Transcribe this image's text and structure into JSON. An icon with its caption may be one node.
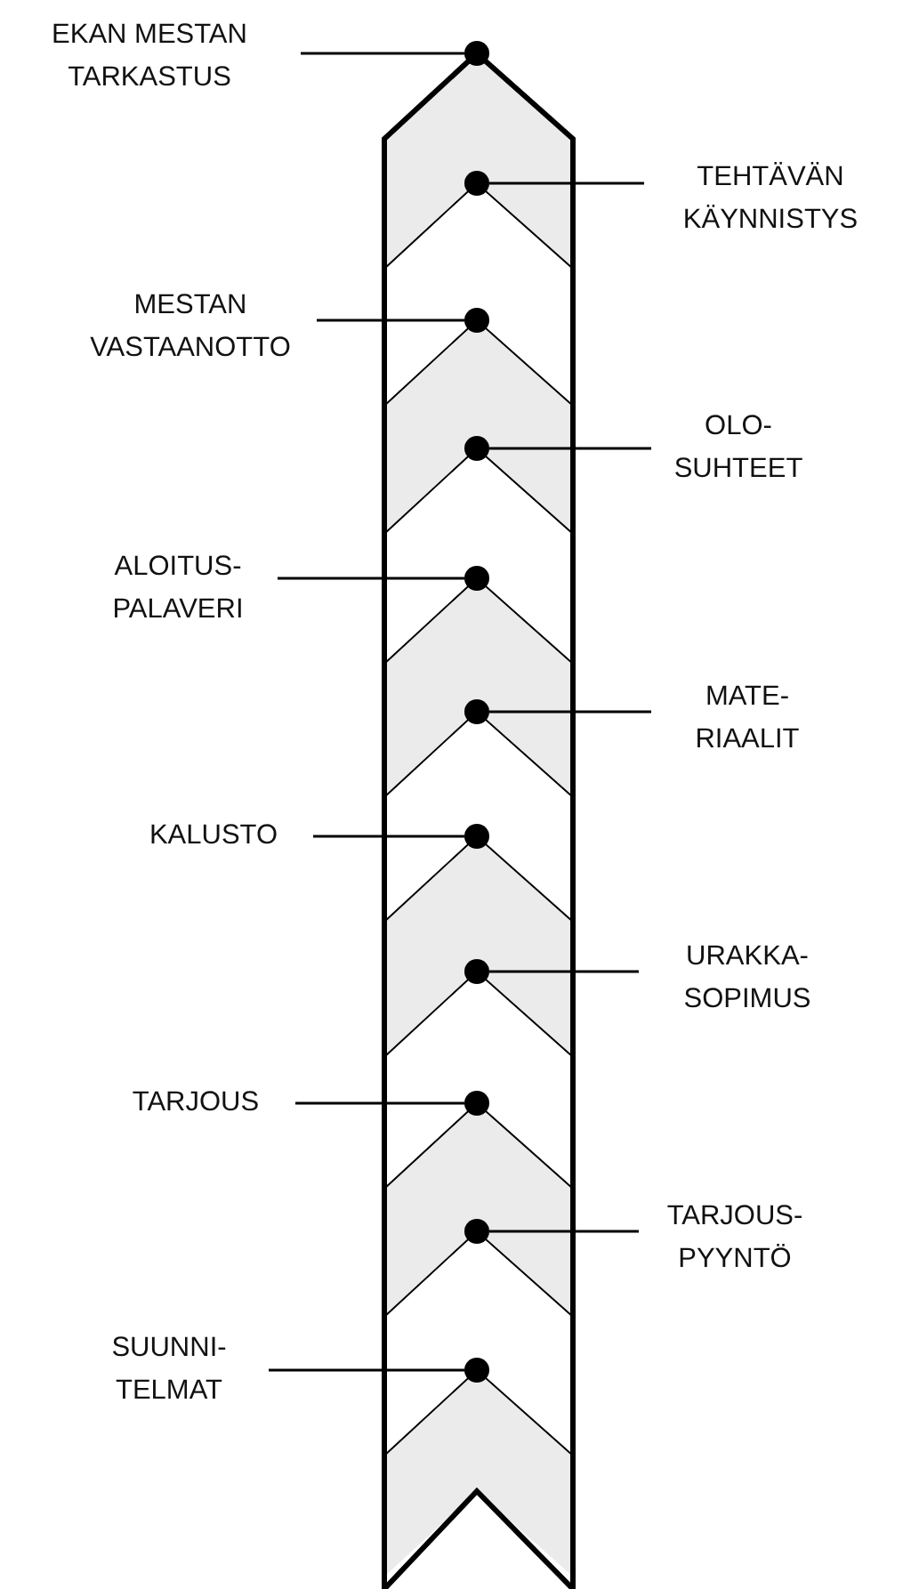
{
  "diagram": {
    "nodes": [
      {
        "text": [
          "EKAN MESTAN TARKASTUS"
        ]
      },
      {
        "text": [
          "TEHTÄVÄN KÄYNNISTYS"
        ]
      },
      {
        "text": [
          "MESTAN VASTAANOTTO"
        ]
      },
      {
        "text": [
          "OLO- SUHTEET"
        ]
      },
      {
        "text": [
          "ALOITUS- PALAVERI"
        ]
      },
      {
        "text": [
          "MATE- RIAALIT"
        ]
      },
      {
        "text": [
          "KALUSTO"
        ]
      },
      {
        "text": [
          "URAKKA- SOPIMUS"
        ]
      },
      {
        "text": [
          "TARJOUS"
        ]
      },
      {
        "text": [
          "TARJOUS- PYYNTÖ"
        ]
      },
      {
        "text": [
          "SUUNNI- TELMAT"
        ]
      },
      {
        "text": [],
        "shape": "circle"
      },
      {
        "text": [],
        "shape": "circle"
      },
      {
        "text": [],
        "shape": "circle"
      },
      {
        "text": [],
        "shape": "circle"
      },
      {
        "text": [],
        "shape": "circle"
      },
      {
        "text": [],
        "shape": "circle"
      },
      {
        "text": [],
        "shape": "circle"
      },
      {
        "text": [],
        "shape": "circle"
      },
      {
        "text": [],
        "shape": "circle"
      },
      {
        "text": [],
        "shape": "circle"
      },
      {
        "text": [],
        "shape": "circle"
      }
    ],
    "edges": [
      {
        "from": 0,
        "to": 11,
        "arrow": "none"
      },
      {
        "from": 1,
        "to": 12,
        "arrow": "none"
      },
      {
        "from": 2,
        "to": 13,
        "arrow": "none"
      },
      {
        "from": 3,
        "to": 14,
        "arrow": "none"
      },
      {
        "from": 4,
        "to": 15,
        "arrow": "none"
      },
      {
        "from": 5,
        "to": 16,
        "arrow": "none"
      },
      {
        "from": 6,
        "to": 17,
        "arrow": "none"
      },
      {
        "from": 7,
        "to": 18,
        "arrow": "none"
      },
      {
        "from": 8,
        "to": 19,
        "arrow": "none"
      },
      {
        "from": 9,
        "to": 20,
        "arrow": "none"
      },
      {
        "from": 10,
        "to": 21,
        "arrow": "none"
      }
    ]
  }
}
